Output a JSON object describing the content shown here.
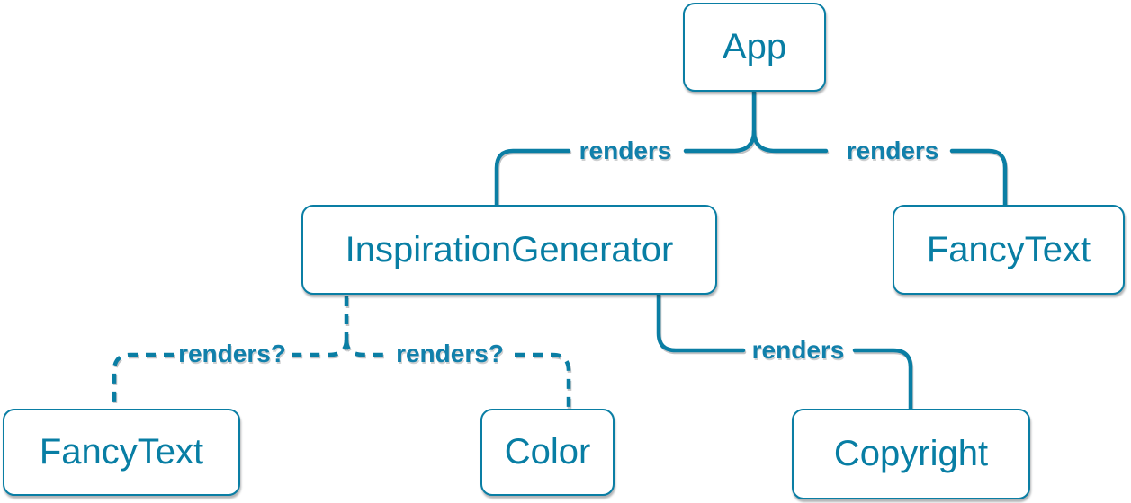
{
  "diagram": {
    "type": "component-tree",
    "nodes": {
      "app": {
        "label": "App"
      },
      "inspiration_generator": {
        "label": "InspirationGenerator"
      },
      "fancy_text_top": {
        "label": "FancyText"
      },
      "fancy_text_bottom": {
        "label": "FancyText"
      },
      "color": {
        "label": "Color"
      },
      "copyright": {
        "label": "Copyright"
      }
    },
    "edges": {
      "app_to_inspiration_generator": {
        "label": "renders",
        "style": "solid"
      },
      "app_to_fancy_text": {
        "label": "renders",
        "style": "solid"
      },
      "inspiration_generator_to_fancy_text": {
        "label": "renders?",
        "style": "dashed"
      },
      "inspiration_generator_to_color": {
        "label": "renders?",
        "style": "dashed"
      },
      "inspiration_generator_to_copyright": {
        "label": "renders",
        "style": "solid"
      }
    },
    "colors": {
      "line": "#0a7ea4",
      "node_border": "#0a7ea4",
      "node_background": "#ffffff",
      "node_text": "#087ea4",
      "edge_label_text": "#1180ab"
    }
  }
}
